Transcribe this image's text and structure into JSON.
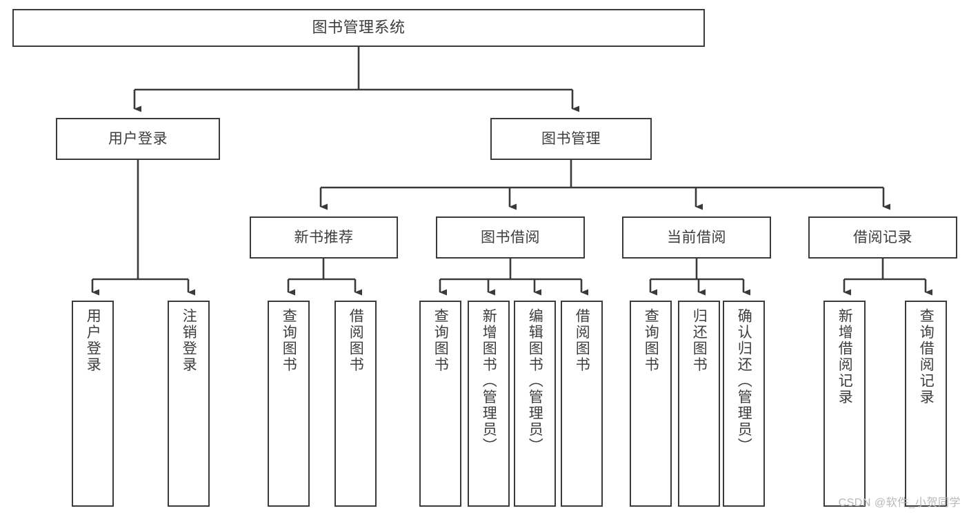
{
  "diagram": {
    "title": "图书管理系统",
    "type": "tree-hierarchy-chart",
    "colors": {
      "box_border": "#3a3a3a",
      "box_fill": "#ffffff",
      "text": "#3d3d3d",
      "edge": "#3a3a3a",
      "watermark": "#b8b8b8",
      "background": "#ffffff"
    }
  },
  "root": {
    "label": "图书管理系统"
  },
  "level2": [
    {
      "label": "用户登录"
    },
    {
      "label": "图书管理"
    }
  ],
  "level3": [
    {
      "label": "新书推荐"
    },
    {
      "label": "图书借阅"
    },
    {
      "label": "当前借阅"
    },
    {
      "label": "借阅记录"
    }
  ],
  "leaves": {
    "user_login": [
      {
        "label": "用户登录"
      },
      {
        "label": "注销登录"
      }
    ],
    "new_book_recommend": [
      {
        "label": "查询图书"
      },
      {
        "label": "借阅图书"
      }
    ],
    "book_borrow": [
      {
        "label": "查询图书"
      },
      {
        "label": "新增图书（管理员）"
      },
      {
        "label": "编辑图书（管理员）"
      },
      {
        "label": "借阅图书"
      }
    ],
    "current_borrow": [
      {
        "label": "查询图书"
      },
      {
        "label": "归还图书"
      },
      {
        "label": "确认归还（管理员）"
      }
    ],
    "borrow_record": [
      {
        "label": "新增借阅记录"
      },
      {
        "label": "查询借阅记录"
      }
    ]
  },
  "watermark": {
    "text": "CSDN @软件_小贺同学"
  }
}
